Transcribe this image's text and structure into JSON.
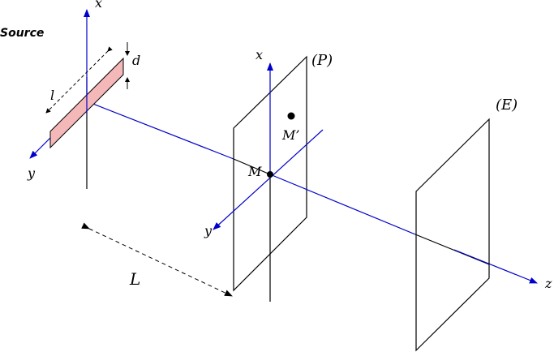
{
  "labels": {
    "source": "Source",
    "axis_x_source": "x",
    "axis_y_source": "y",
    "slit_length": "l",
    "slit_width": "d",
    "axis_x_plane": "x",
    "axis_y_plane": "y",
    "plane_p": "(P)",
    "plane_e": "(E)",
    "point_m": "M",
    "point_m_prime": "M’",
    "distance": "L",
    "axis_z": "z"
  },
  "colors": {
    "axis": "#0000cc",
    "line": "#000000",
    "slit_fill": "#f4b8b8",
    "slit_stroke": "#000000"
  }
}
